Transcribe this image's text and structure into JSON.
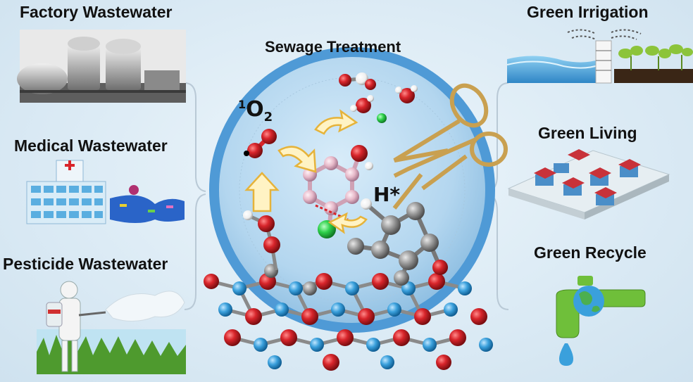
{
  "left_sources": [
    {
      "label": "Factory Wastewater",
      "icon": "factory-icon"
    },
    {
      "label": "Medical Wastewater",
      "icon": "hospital-icon"
    },
    {
      "label": "Pesticide Wastewater",
      "icon": "sprayer-icon"
    }
  ],
  "center": {
    "title": "Sewage Treatment",
    "singlet_oxygen": {
      "sup": "1",
      "base": "O",
      "sub": "2"
    },
    "hydrogen_label": "H*"
  },
  "right_outcomes": [
    {
      "label": "Green Irrigation",
      "icon": "irrigation-icon"
    },
    {
      "label": "Green Living",
      "icon": "city-icon"
    },
    {
      "label": "Green Recycle",
      "icon": "faucet-globe-icon"
    }
  ],
  "colors": {
    "oxygen_atom": "#d8252b",
    "hydrogen_atom": "#ffffff",
    "carbon_ring": "#e6b8c8",
    "chlorine_atom": "#2dd04a",
    "metal_cluster": "#9a9a9a",
    "support_blue": "#3aa0dc",
    "scissors": "#c9a050",
    "arrow_fill": "#fff3c4",
    "arrow_stroke": "#e6b33a"
  }
}
